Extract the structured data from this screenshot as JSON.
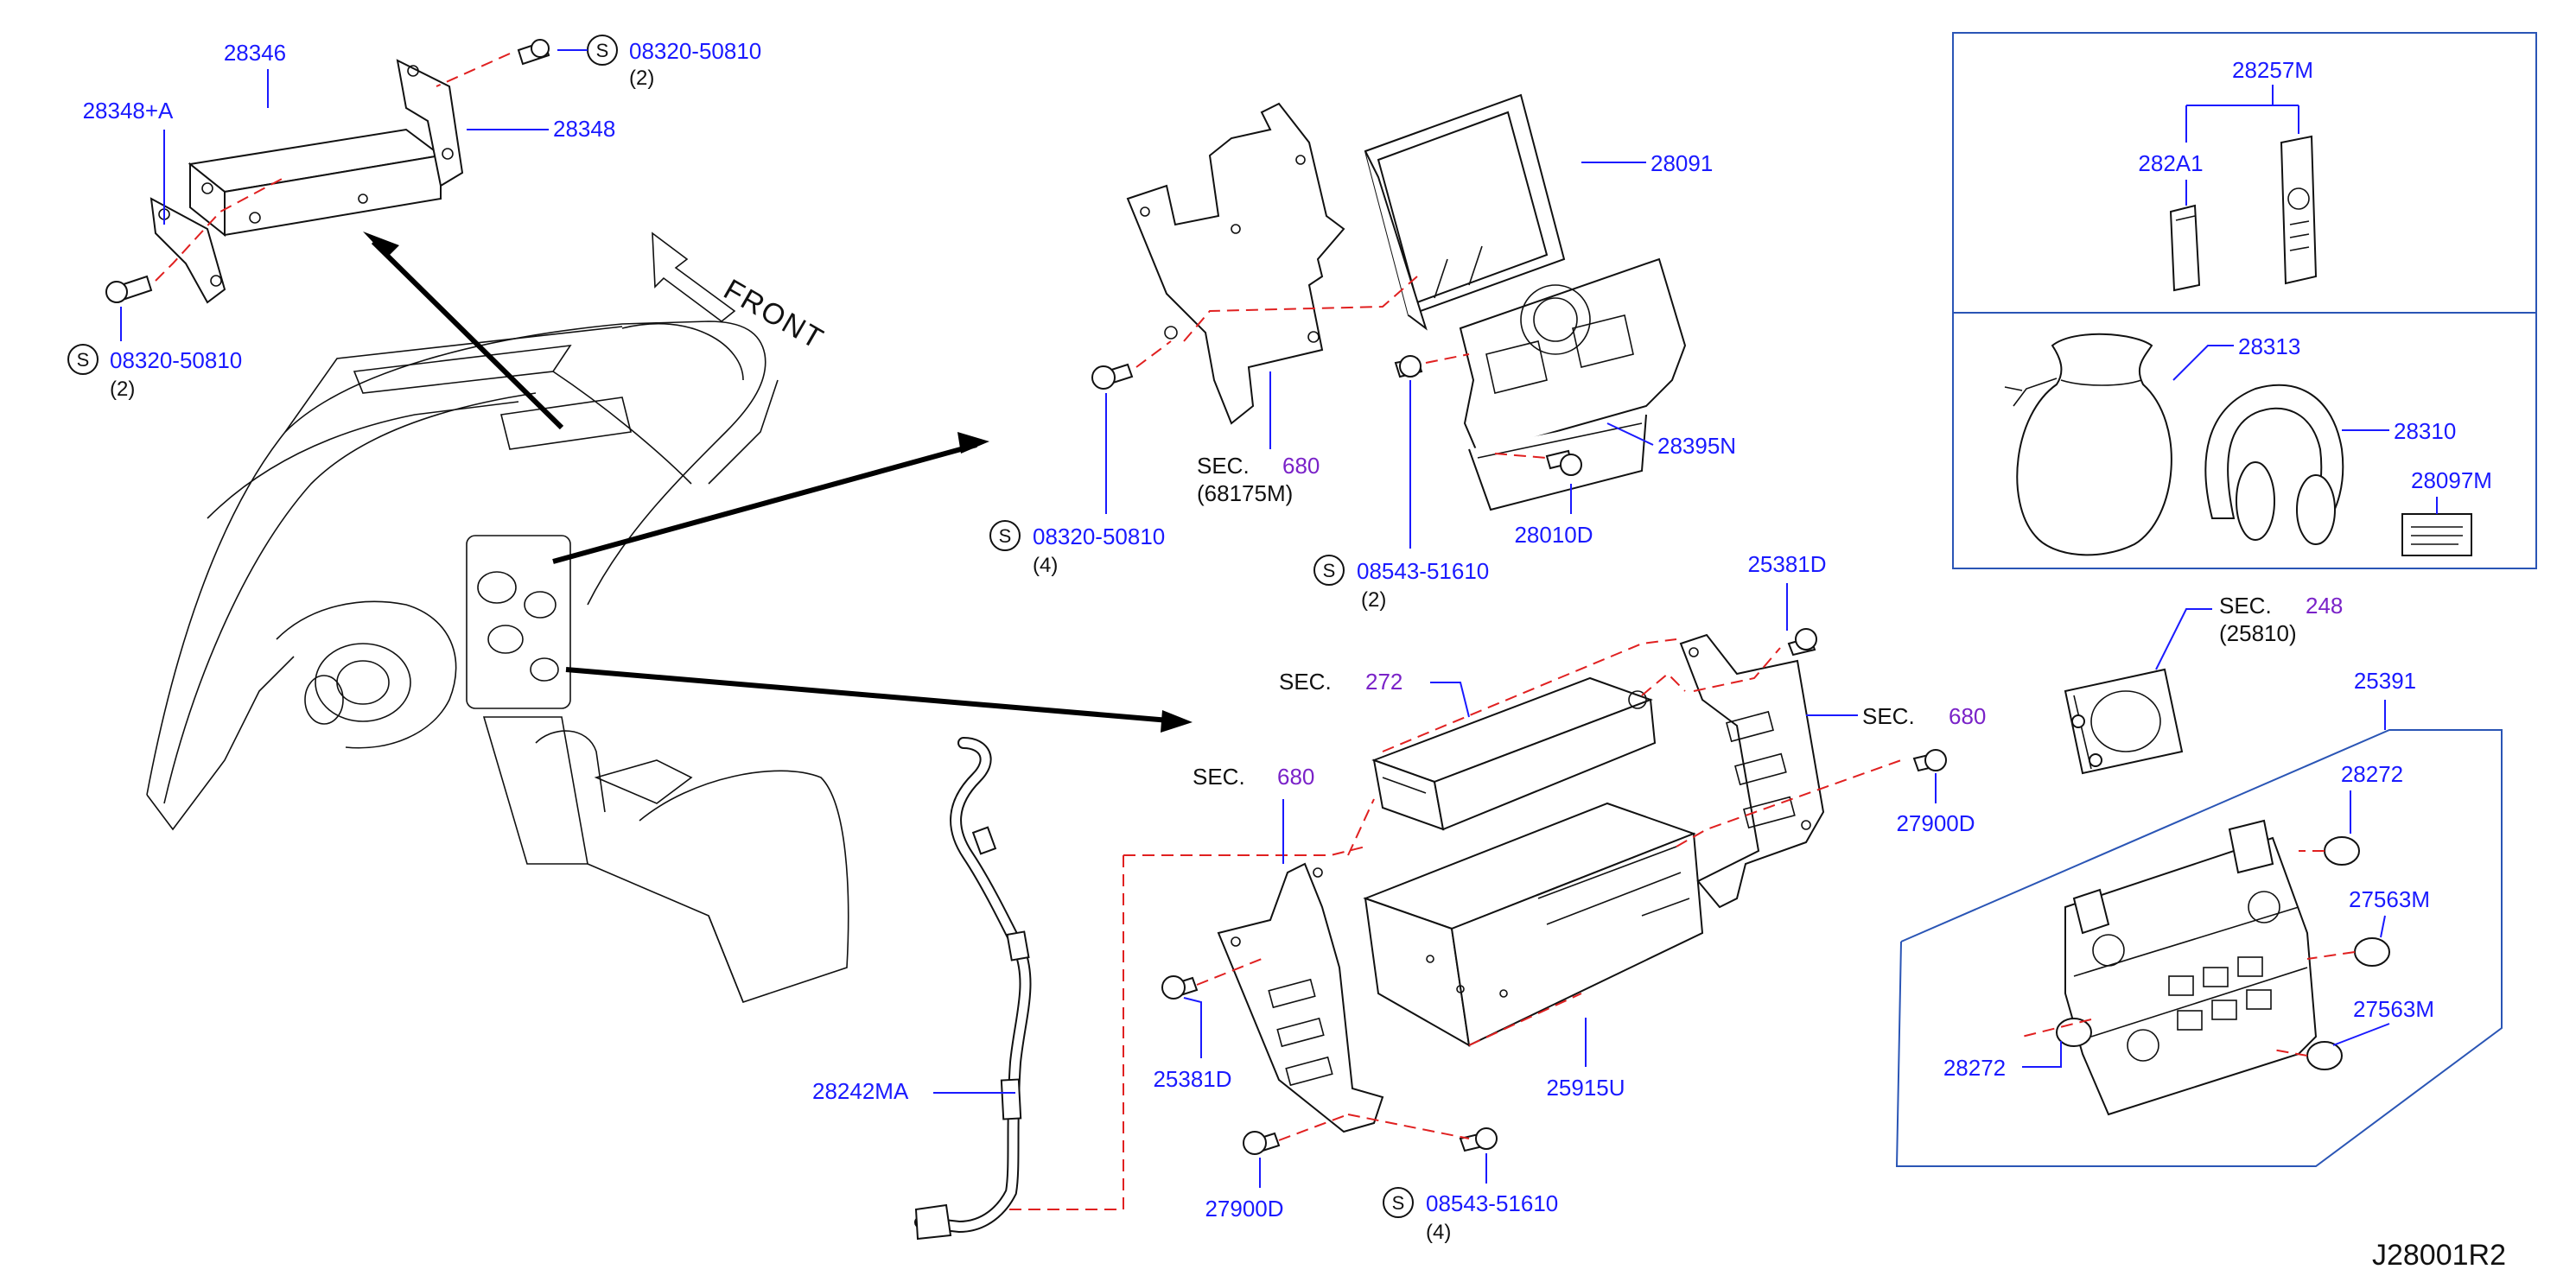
{
  "diagram": {
    "code": "J28001R2",
    "front_label": "FRONT",
    "sec_prefix": "SEC.",
    "s_symbol": "S",
    "parts": {
      "p28346": "28346",
      "p28348a": "28348+A",
      "p28348": "28348",
      "p28091": "28091",
      "p28395n": "28395N",
      "p28010d": "28010D",
      "p28257m": "28257M",
      "p282a1": "282A1",
      "p28313": "28313",
      "p28310": "28310",
      "p28097m": "28097M",
      "p25381d_top": "25381D",
      "p27900d_right": "27900D",
      "p25391": "25391",
      "p28272_top": "28272",
      "p27563m_top": "27563M",
      "p27563m_bottom": "27563M",
      "p28272_bottom": "28272",
      "p25915u": "25915U",
      "p25381d_bottom": "25381D",
      "p27900d_bottom": "27900D",
      "p28242ma": "28242MA"
    },
    "bolts": {
      "b1": "08320-50810",
      "b1_qty": "(2)",
      "b2": "08320-50810",
      "b2_qty": "(2)",
      "b3": "08320-50810",
      "b3_qty": "(4)",
      "b4": "08543-51610",
      "b4_qty": "(2)",
      "b5": "08543-51610",
      "b5_qty": "(4)"
    },
    "sections": {
      "s680_top": "680",
      "s680_top_sub": "(68175M)",
      "s248": "248",
      "s248_sub": "(25810)",
      "s272": "272",
      "s680_right": "680",
      "s680_left": "680"
    }
  }
}
